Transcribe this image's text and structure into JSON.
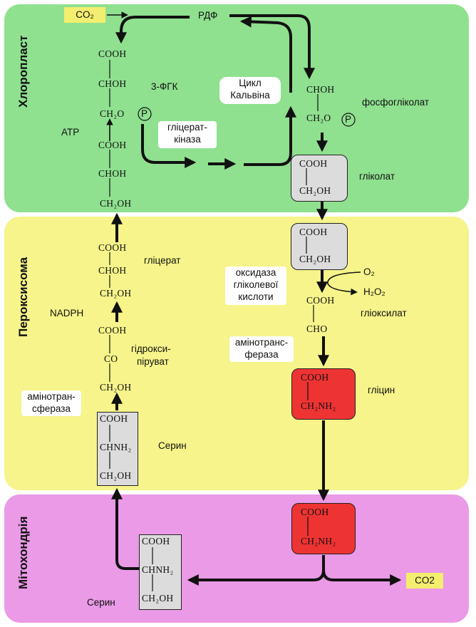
{
  "zones": {
    "chloroplast": "Хлоропласт",
    "peroxisome": "Пероксисома",
    "mitochondria": "Мітохондрія"
  },
  "colors": {
    "chloroplast": "#8fe08f",
    "peroxisome": "#f6f48a",
    "mitochondria": "#ea9ae6",
    "red_box": "#ee3333",
    "grey_box": "#dcdcdc",
    "co2_tag": "#f3ee70"
  },
  "tags": {
    "co2_top": "CO₂",
    "co2_bottom": "CO2"
  },
  "labels": {
    "rdf": "РДФ",
    "fgk": "3-ФГК",
    "atp": "АТР",
    "calvin_1": "Цикл",
    "calvin_2": "Кальвіна",
    "glycerate_kinase_1": "гліцерат-",
    "glycerate_kinase_2": "кіназа",
    "phosphoglycolate": "фосфогліколат",
    "glycolate": "гліколат",
    "glycerate": "гліцерат",
    "nadph": "NADPH",
    "hydroxypyruvate_1": "гідрокси-",
    "hydroxypyruvate_2": "піруват",
    "aminotransferase_left_1": "амінотран-",
    "aminotransferase_left_2": "сфераза",
    "serine_peroxisome": "Серин",
    "oxidase_1": "оксидаза",
    "oxidase_2": "гліколевої",
    "oxidase_3": "кислоти",
    "o2": "O₂",
    "h2o2": "H₂O₂",
    "glyoxylate": "гліоксилат",
    "aminotransferase_right_1": "амінотранс-",
    "aminotransferase_right_2": "фераза",
    "glycine": "гліцин",
    "serine_mito": "Серин",
    "p": "P"
  },
  "chem": {
    "cooh": "COOH",
    "choh": "CHOH",
    "ch2o": "CH₂O",
    "ch2oh": "CH₂OH",
    "co": "CO",
    "cho": "CHO",
    "chnh2": "CHNH₂",
    "ch2nh2": "CH₂NH₂"
  }
}
